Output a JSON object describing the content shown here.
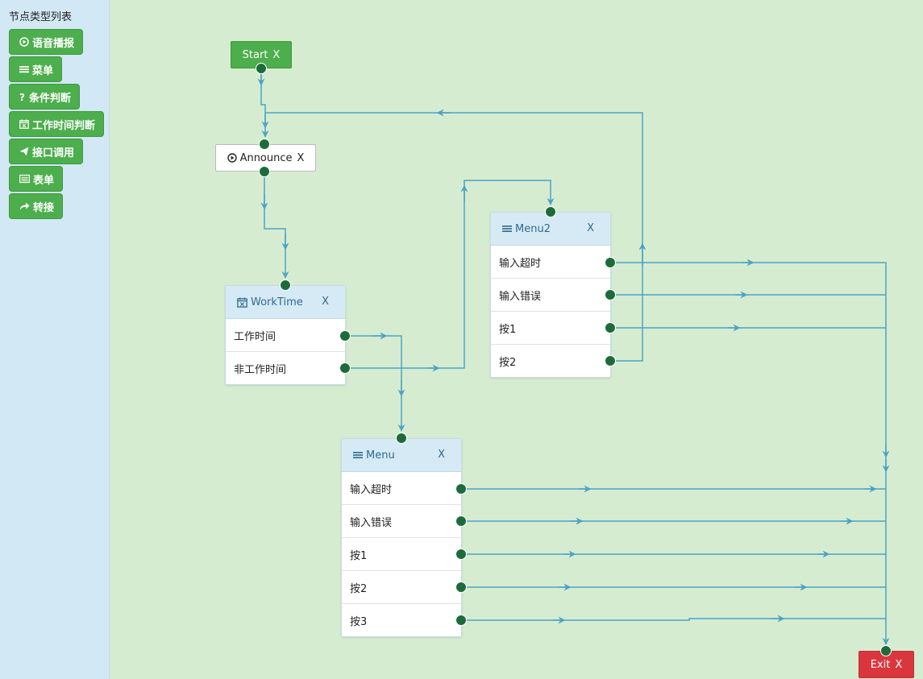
{
  "sidebar": {
    "title": "节点类型列表",
    "items": [
      {
        "label": "语音播报",
        "icon": "play-circle-icon"
      },
      {
        "label": "菜单",
        "icon": "list-icon"
      },
      {
        "label": "条件判断",
        "icon": "question-icon"
      },
      {
        "label": "工作时间判断",
        "icon": "calendar-icon"
      },
      {
        "label": "接口调用",
        "icon": "send-icon"
      },
      {
        "label": "表单",
        "icon": "form-icon"
      },
      {
        "label": "转接",
        "icon": "forward-icon"
      }
    ]
  },
  "nodes": {
    "start": {
      "label": "Start",
      "close": "X"
    },
    "announce": {
      "label": "Announce",
      "close": "X",
      "icon": "play-circle-icon"
    },
    "worktime": {
      "label": "WorkTime",
      "close": "X",
      "icon": "calendar-icon",
      "outputs": [
        "工作时间",
        "非工作时间"
      ]
    },
    "menu2": {
      "label": "Menu2",
      "close": "X",
      "icon": "list-icon",
      "outputs": [
        "输入超时",
        "输入错误",
        "按1",
        "按2"
      ]
    },
    "menu": {
      "label": "Menu",
      "close": "X",
      "icon": "list-icon",
      "outputs": [
        "输入超时",
        "输入错误",
        "按1",
        "按2",
        "按3"
      ]
    },
    "exit": {
      "label": "Exit",
      "close": "X"
    }
  },
  "colors": {
    "canvas": "#d6ecd0",
    "sidebar": "#d2e8f5",
    "palette_button": "#4cae4c",
    "edge": "#4aa3c8",
    "port": "#1e6b3a",
    "exit": "#d9363e"
  }
}
